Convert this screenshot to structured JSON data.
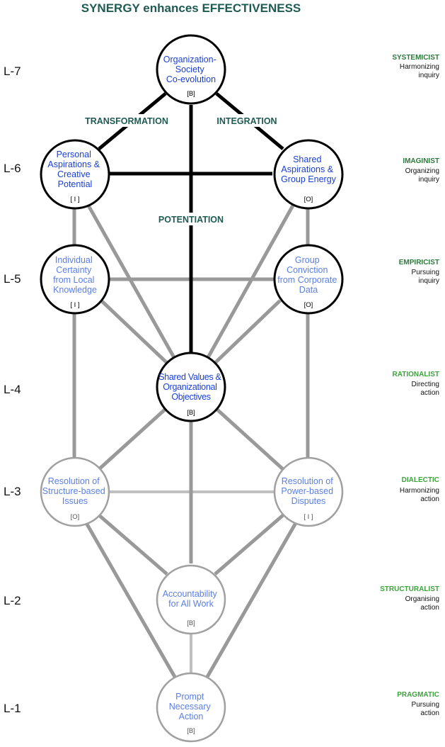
{
  "title": "SYNERGY  enhances EFFECTIVENESS",
  "colors": {
    "dark_green": "#1f5b52",
    "dark_right_title": "#2a7a3a",
    "light_right_title": "#3da33d",
    "node_text_strong": "#1a3fd8",
    "node_text_light": "#5b7fe6",
    "edge_black": "#000000",
    "edge_grey": "#999999",
    "edge_lightgrey": "#c0c0c0",
    "node_border_grey": "#a0a0a0"
  },
  "edge_labels": {
    "transformation": "TRANSFORMATION",
    "integration": "INTEGRATION",
    "potentiation": "POTENTIATION"
  },
  "levels": [
    {
      "label": "L-7",
      "right_title": "SYSTEMICIST",
      "right_sub1": "Harmonizing",
      "right_sub2": "inquiry"
    },
    {
      "label": "L-6",
      "right_title": "IMAGINIST",
      "right_sub1": "Organizing",
      "right_sub2": "inquiry"
    },
    {
      "label": "L-5",
      "right_title": "EMPIRICIST",
      "right_sub1": "Pursuing",
      "right_sub2": "inquiry"
    },
    {
      "label": "L-4",
      "right_title": "RATIONALIST",
      "right_sub1": "Directing",
      "right_sub2": "action"
    },
    {
      "label": "L-3",
      "right_title": "DIALECTIC",
      "right_sub1": "Harmonizing",
      "right_sub2": "action"
    },
    {
      "label": "L-2",
      "right_title": "STRUCTURALIST",
      "right_sub1": "Organising",
      "right_sub2": "action"
    },
    {
      "label": "L-1",
      "right_title": "PRAGMATIC",
      "right_sub1": "Pursuing",
      "right_sub2": "action"
    }
  ],
  "nodes": {
    "top": {
      "lines": [
        "Organization-",
        "Society",
        "Co-evolution"
      ],
      "tag": "[B]"
    },
    "personal": {
      "lines": [
        "Personal",
        "Aspirations &",
        "Creative",
        "Potential"
      ],
      "tag": "[ I ]"
    },
    "shared_asp": {
      "lines": [
        "Shared",
        "Aspirations &",
        "Group Energy"
      ],
      "tag": "[O]"
    },
    "individual": {
      "lines": [
        "Individual",
        "Certainty",
        "from Local",
        "Knowledge"
      ],
      "tag": "[ I ]"
    },
    "group": {
      "lines": [
        "Group",
        "Conviction",
        "from Corporate",
        "Data"
      ],
      "tag": "[O]"
    },
    "values": {
      "lines": [
        "Shared Values &",
        "Organizational",
        "Objectives"
      ],
      "tag": "[B]"
    },
    "structure": {
      "lines": [
        "Resolution of",
        "Structure-based",
        "Issues"
      ],
      "tag": "[O]"
    },
    "power": {
      "lines": [
        "Resolution of",
        "Power-based",
        "Disputes"
      ],
      "tag": "[ I ]"
    },
    "account": {
      "lines": [
        "Accountability",
        "for All Work"
      ],
      "tag": "[B]"
    },
    "prompt": {
      "lines": [
        "Prompt",
        "Necessary",
        "Action"
      ],
      "tag": "[B]"
    }
  }
}
